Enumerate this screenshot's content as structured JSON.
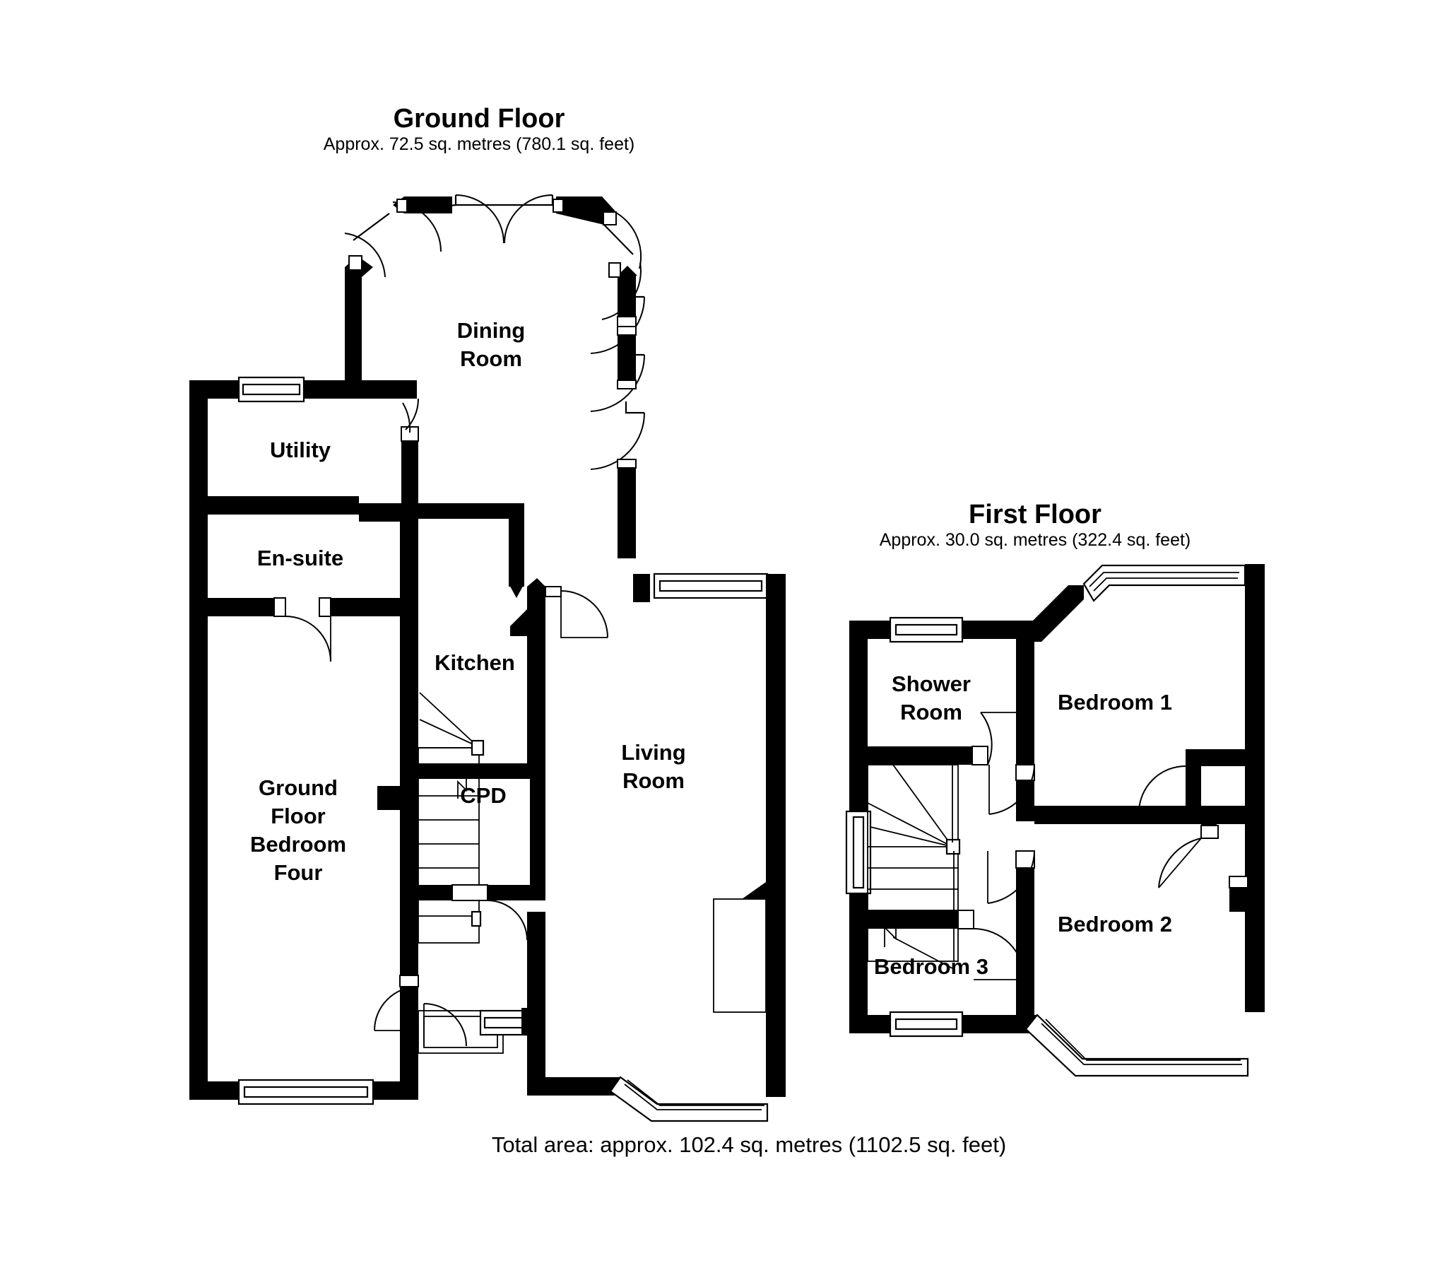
{
  "document": {
    "type": "floor-plan",
    "background_color": "#ffffff",
    "ink_color": "#000000"
  },
  "floors": [
    {
      "id": "ground",
      "title": "Ground Floor",
      "subtitle": "Approx. 72.5 sq. metres (780.1 sq. feet)",
      "area_sq_m": 72.5,
      "area_sq_ft": 780.1,
      "rooms": [
        {
          "id": "dining-room",
          "label_line1": "Dining",
          "label_line2": "Room"
        },
        {
          "id": "utility",
          "label_line1": "Utility",
          "label_line2": ""
        },
        {
          "id": "en-suite",
          "label_line1": "En-suite",
          "label_line2": ""
        },
        {
          "id": "kitchen",
          "label_line1": "Kitchen",
          "label_line2": ""
        },
        {
          "id": "cpd",
          "label_line1": "CPD",
          "label_line2": ""
        },
        {
          "id": "living-room",
          "label_line1": "Living",
          "label_line2": "Room"
        },
        {
          "id": "ground-floor-bedroom-four",
          "label_line1": "Ground",
          "label_line2": "Floor",
          "label_line3": "Bedroom",
          "label_line4": "Four"
        }
      ]
    },
    {
      "id": "first",
      "title": "First Floor",
      "subtitle": "Approx. 30.0 sq. metres (322.4 sq. feet)",
      "area_sq_m": 30.0,
      "area_sq_ft": 322.4,
      "rooms": [
        {
          "id": "shower-room",
          "label_line1": "Shower",
          "label_line2": "Room"
        },
        {
          "id": "bedroom-1",
          "label_line1": "Bedroom 1",
          "label_line2": ""
        },
        {
          "id": "bedroom-2",
          "label_line1": "Bedroom 2",
          "label_line2": ""
        },
        {
          "id": "bedroom-3",
          "label_line1": "Bedroom 3",
          "label_line2": ""
        }
      ]
    }
  ],
  "footer": {
    "total_area": "Total area: approx. 102.4 sq. metres (1102.5 sq. feet)",
    "total_sq_m": 102.4,
    "total_sq_ft": 1102.5
  },
  "labels": {
    "ground_title": "Ground Floor",
    "ground_sub": "Approx. 72.5 sq. metres (780.1 sq. feet)",
    "first_title": "First Floor",
    "first_sub": "Approx. 30.0 sq. metres (322.4 sq. feet)",
    "dining_1": "Dining",
    "dining_2": "Room",
    "utility": "Utility",
    "ensuite": "En-suite",
    "kitchen": "Kitchen",
    "cpd": "CPD",
    "living_1": "Living",
    "living_2": "Room",
    "gfb_1": "Ground",
    "gfb_2": "Floor",
    "gfb_3": "Bedroom",
    "gfb_4": "Four",
    "shower_1": "Shower",
    "shower_2": "Room",
    "bed1": "Bedroom 1",
    "bed2": "Bedroom 2",
    "bed3": "Bedroom 3",
    "total": "Total area: approx. 102.4 sq. metres (1102.5 sq. feet)"
  }
}
